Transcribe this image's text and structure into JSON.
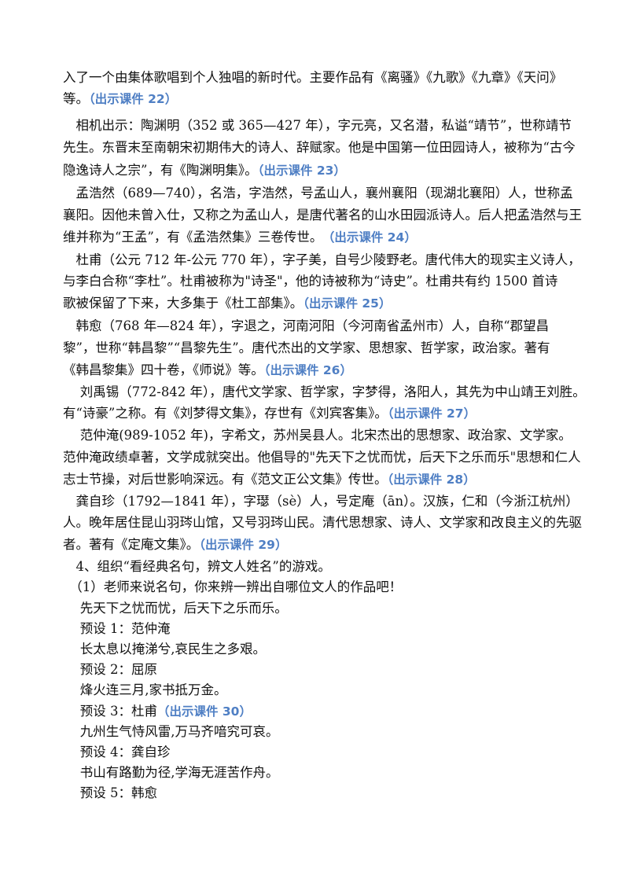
{
  "lines": [
    {
      "text": "入了一个由集体歌唱到个人独唱的新时代。主要作品有《离骚》《九歌》《九章》《天问》",
      "ref": ""
    },
    {
      "text": "等。",
      "ref": "（出示课件 22）"
    },
    {
      "text": "　相机出示：陶渊明（352 或 365—427 年），字元亮，又名潜，私谥“靖节”，世称靖节",
      "ref": ""
    },
    {
      "text": "先生。东晋末至南朝宋初期伟大的诗人、辞赋家。他是中国第一位田园诗人，被称为“古今",
      "ref": ""
    },
    {
      "text": "隐逸诗人之宗”，有《陶渊明集》。",
      "ref": "（出示课件 23）"
    },
    {
      "text": "　孟浩然（689—740），名浩，字浩然，号孟山人，襄州襄阳（现湖北襄阳）人，世称孟",
      "ref": ""
    },
    {
      "text": "襄阳。因他未曾入仕，又称之为孟山人，是唐代著名的山水田园派诗人。后人把孟浩然与王",
      "ref": ""
    },
    {
      "text": "维并称为“王孟”，有《孟浩然集》三卷传世。",
      "ref": "　（出示课件 24）"
    },
    {
      "text": "　杜甫（公元 712 年-公元 770 年），字子美，自号少陵野老。唐代伟大的现实主义诗人，",
      "ref": ""
    },
    {
      "text": "与李白合称“李杜”。杜甫被称为\"诗圣\"，他的诗被称为“诗史”。杜甫共有约 1500 首诗",
      "ref": ""
    },
    {
      "text": "歌被保留了下来，大多集于《杜工部集》。",
      "ref": "（出示课件 25）"
    },
    {
      "text": "　韩愈（768 年—824 年），字退之，河南河阳（今河南省孟州市）人，自称“郡望昌",
      "ref": ""
    },
    {
      "text": "黎”，世称“韩昌黎”“昌黎先生”。唐代杰出的文学家、思想家、哲学家，政治家。著有",
      "ref": ""
    },
    {
      "text": "《韩昌黎集》四十卷，《师说》等。",
      "ref": "（出示课件 26）"
    },
    {
      "text": "　 刘禹锡（772-842 年），唐代文学家、哲学家，字梦得，洛阳人，其先为中山靖王刘胜。",
      "ref": ""
    },
    {
      "text": "有“诗豪”之称。有《刘梦得文集》，存世有《刘宾客集》。",
      "ref": "（出示课件 27）"
    },
    {
      "text": "　 范仲淹(989-1052 年)，字希文，苏州吴县人。北宋杰出的思想家、政治家、文学家。",
      "ref": ""
    },
    {
      "text": "范仲淹政绩卓著，文学成就突出。他倡导的\"先天下之忧而忧，后天下之乐而乐\"思想和仁人",
      "ref": ""
    },
    {
      "text": "志士节操，对后世影响深远。有《范文正公文集》传世。",
      "ref": "（出示课件 28）"
    },
    {
      "text": "　龚自珍（1792—1841 年），字璱（sè）人，号定庵（ān）。汉族，仁和（今浙江杭州）",
      "ref": ""
    },
    {
      "text": "人。晚年居住昆山羽琌山馆，又号羽琌山民。清代思想家、诗人、文学家和改良主义的先驱",
      "ref": ""
    },
    {
      "text": "者。著有《定庵文集》。",
      "ref": "（出示课件 29）"
    },
    {
      "text": "　4、组织“看经典名句，辨文人姓名”的游戏。",
      "ref": ""
    },
    {
      "text": "　（1）老师来说名句，你来辨一辨出自哪位文人的作品吧！",
      "ref": ""
    },
    {
      "text": "　 先天下之忧而忧，后天下之乐而乐。",
      "ref": ""
    },
    {
      "text": "　 预设 1：范仲淹",
      "ref": ""
    },
    {
      "text": "　 长太息以掩涕兮,哀民生之多艰。",
      "ref": ""
    },
    {
      "text": "　 预设 2：屈原",
      "ref": ""
    },
    {
      "text": "　 烽火连三月,家书抵万金。",
      "ref": ""
    },
    {
      "text": "　 预设 3：杜甫",
      "ref": "（出示课件 30）"
    },
    {
      "text": "　 九州生气恃风雷,万马齐喑究可哀。",
      "ref": ""
    },
    {
      "text": "　 预设 4：龚自珍",
      "ref": ""
    },
    {
      "text": "　 书山有路勤为径,学海无涯苦作舟。",
      "ref": ""
    },
    {
      "text": "　 预设 5：韩愈",
      "ref": ""
    }
  ]
}
